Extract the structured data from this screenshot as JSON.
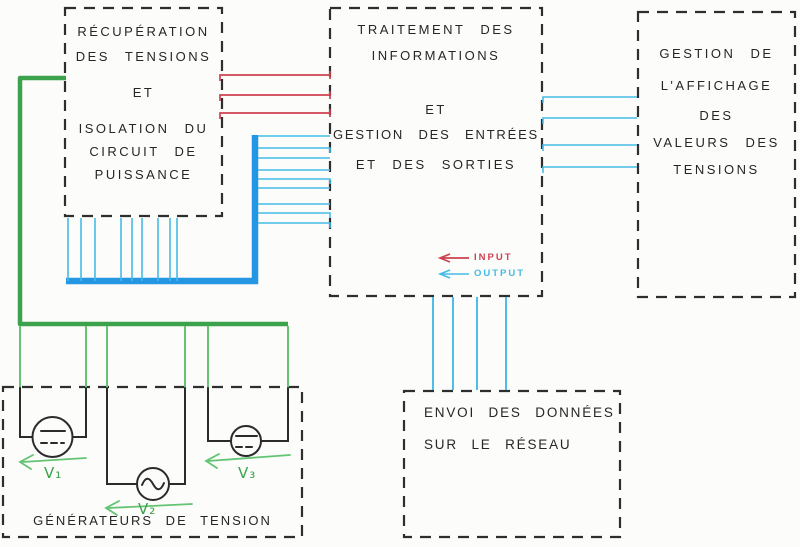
{
  "colors": {
    "input_red": "#cf4150",
    "output_cyan": "#45bbe7",
    "output_blue_thick": "#2596e1",
    "generator_green": "#3ca24b",
    "generator_green_light": "#63c473",
    "ink_black": "#2b2b2b",
    "paper_white": "#fcfcfa"
  },
  "boxes": {
    "recuperation": {
      "lines": [
        "RÉCUPÉRATION",
        "DES TENSIONS",
        "ET",
        "ISOLATION DU",
        "CIRCUIT DE",
        "PUISSANCE"
      ]
    },
    "traitement": {
      "lines": [
        "TRAITEMENT DES",
        "INFORMATIONS",
        "ET",
        "GESTION DES ENTRÉES",
        "ET DES SORTIES"
      ]
    },
    "affichage": {
      "lines": [
        "GESTION DE",
        "L'AFFICHAGE",
        "DES",
        "VALEURS DES",
        "TENSIONS"
      ]
    },
    "envoi": {
      "lines": [
        "ENVOI DES DONNÉES",
        "SUR LE RÉSEAU"
      ]
    },
    "generateurs": {
      "caption": "GÉNÉRATEURS DE TENSION"
    }
  },
  "legend": {
    "input_label": "INPUT",
    "output_label": "OUTPUT"
  },
  "generators": [
    {
      "label": "V₁",
      "type": "dc-source"
    },
    {
      "label": "V₂",
      "type": "ac-source"
    },
    {
      "label": "V₃",
      "type": "dc-source"
    }
  ]
}
